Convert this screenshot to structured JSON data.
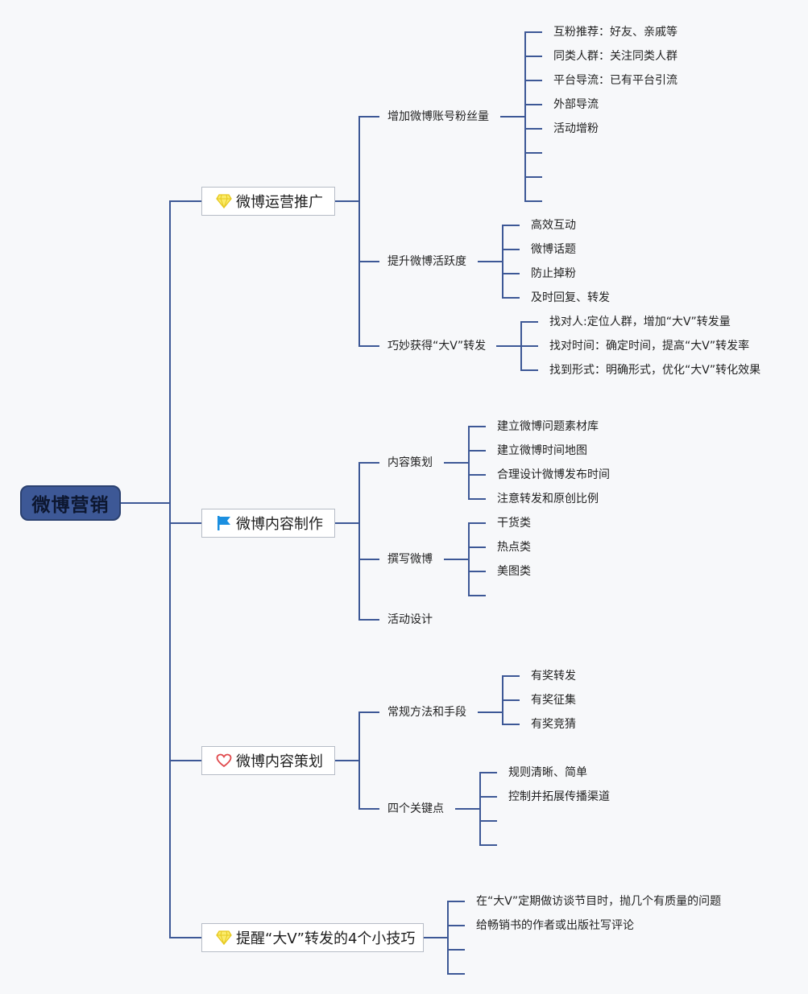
{
  "diagram": {
    "root": "微博营销",
    "branches": [
      {
        "label": "微博运营推广",
        "icon": "diamond-icon",
        "icon_color": "#f2dc3b",
        "children": [
          {
            "label": "增加微博账号粉丝量",
            "children": [
              "互粉推荐：好友、亲戚等",
              "同类人群：关注同类人群",
              "平台导流：已有平台引流",
              "外部导流",
              "活动增粉",
              "",
              "",
              ""
            ]
          },
          {
            "label": "提升微博活跃度",
            "children": [
              "高效互动",
              "微博话题",
              "防止掉粉",
              "及时回复、转发"
            ]
          },
          {
            "label": "巧妙获得“大V”转发",
            "children": [
              "找对人:定位人群，增加“大V”转发量",
              "找对时间：确定时间，提高“大V”转发率",
              "找到形式：明确形式，优化“大V”转化效果"
            ]
          }
        ]
      },
      {
        "label": "微博内容制作",
        "icon": "flag-icon",
        "icon_color": "#1b8fe0",
        "children": [
          {
            "label": "内容策划",
            "children": [
              "建立微博问题素材库",
              "建立微博时间地图",
              "合理设计微博发布时间",
              "注意转发和原创比例"
            ]
          },
          {
            "label": "撰写微博",
            "children": [
              "干货类",
              "热点类",
              "美图类",
              ""
            ]
          },
          {
            "label": "活动设计",
            "children": []
          }
        ]
      },
      {
        "label": "微博内容策划",
        "icon": "heart-icon",
        "icon_color": "#e0484b",
        "children": [
          {
            "label": "常规方法和手段",
            "children": [
              "有奖转发",
              "有奖征集",
              "有奖竞猜"
            ]
          },
          {
            "label": "四个关键点",
            "children": [
              "规则清晰、简单",
              "控制并拓展传播渠道",
              "",
              ""
            ]
          }
        ]
      },
      {
        "label": "提醒“大V”转发的4个小技巧",
        "icon": "diamond-icon",
        "icon_color": "#f2dc3b",
        "children": [
          {
            "label": "在“大V”定期做访谈节目时，抛几个有质量的问题",
            "children": []
          },
          {
            "label": "给畅销书的作者或出版社写评论",
            "children": []
          },
          {
            "label": "",
            "children": []
          },
          {
            "label": "",
            "children": []
          }
        ]
      }
    ]
  },
  "colors": {
    "line": "#3d5896",
    "root_fill": "#3d5896",
    "root_text": "#0d1730",
    "background": "#f7f8fa"
  }
}
